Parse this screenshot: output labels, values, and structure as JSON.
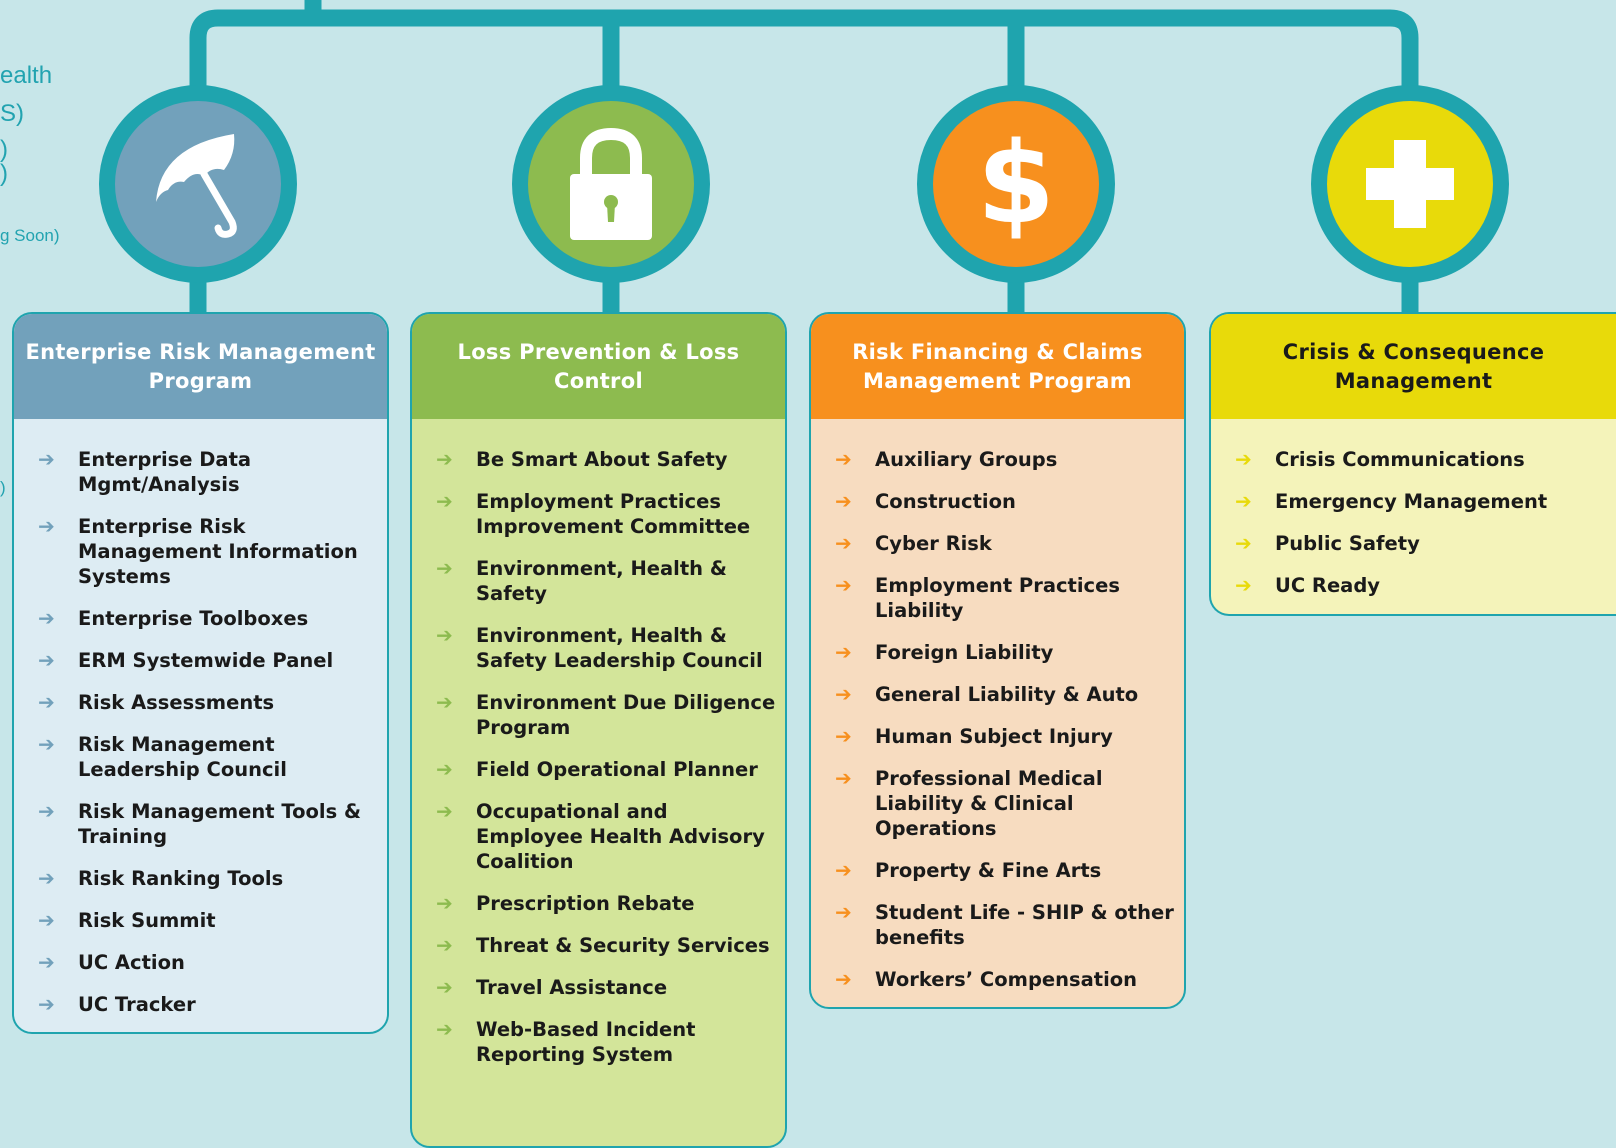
{
  "side_text": {
    "line1": "ealth",
    "line2": "S)",
    "line3": ")",
    "line4": ")",
    "line5": "g Soon)",
    "line6": ")"
  },
  "colors": {
    "connector": "#1fa4ae",
    "background": "#c7e6e9",
    "enterprise": "#72a1bb",
    "loss": "#8dbb4f",
    "financing": "#f7901e",
    "crisis": "#e8da0a"
  },
  "columns": [
    {
      "id": "enterprise",
      "icon": "umbrella-icon",
      "title": "Enterprise Risk Management Program",
      "items": [
        "Enterprise Data Mgmt/Analysis",
        "Enterprise Risk Management Information Systems",
        "Enterprise Toolboxes",
        "ERM Systemwide Panel",
        "Risk Assessments",
        "Risk Management Leadership Council",
        "Risk Management Tools & Training",
        "Risk Ranking Tools",
        "Risk Summit",
        "UC Action",
        "UC Tracker"
      ]
    },
    {
      "id": "loss",
      "icon": "padlock-icon",
      "title": "Loss Prevention & Loss Control",
      "items": [
        "Be Smart About Safety",
        "Employment Practices Improvement Committee",
        "Environment, Health & Safety",
        "Environment, Health & Safety Leadership Council",
        "Environment Due Diligence Program",
        "Field Operational Planner",
        "Occupational and Employee Health Advisory Coalition",
        "Prescription Rebate",
        "Threat & Security Services",
        "Travel Assistance",
        "Web-Based Incident Reporting System"
      ]
    },
    {
      "id": "financing",
      "icon": "dollar-icon",
      "icon_glyph": "$",
      "title": "Risk Financing & Claims Management Program",
      "items": [
        "Auxiliary Groups",
        "Construction",
        "Cyber Risk",
        "Employment Practices Liability",
        "Foreign Liability",
        "General Liability & Auto",
        "Human Subject Injury",
        "Professional Medical Liability & Clinical Operations",
        "Property & Fine Arts",
        "Student Life - SHIP & other benefits",
        "Workers’ Compensation"
      ]
    },
    {
      "id": "crisis",
      "icon": "plus-icon",
      "title": "Crisis & Consequence Management",
      "items": [
        "Crisis Communications",
        "Emergency Management",
        "Public Safety",
        "UC Ready"
      ]
    }
  ]
}
